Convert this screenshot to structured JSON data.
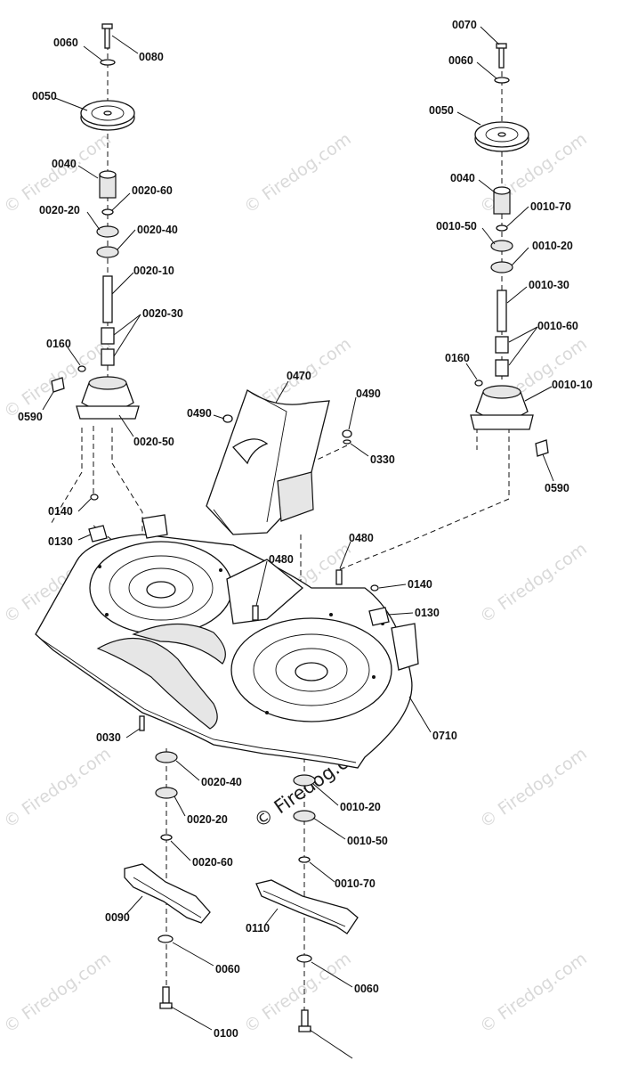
{
  "watermark": {
    "text": "© Firedog.com",
    "center_text": "© Firedog.com"
  },
  "labels": {
    "p0060_tl": "0060",
    "p0080": "0080",
    "p0050_l": "0050",
    "p0040_l": "0040",
    "p0020_60_top": "0020-60",
    "p0020_20_top": "0020-20",
    "p0020_40_top": "0020-40",
    "p0020_10": "0020-10",
    "p0020_30": "0020-30",
    "p0160_l": "0160",
    "p0590_l": "0590",
    "p0020_50": "0020-50",
    "p0070": "0070",
    "p0060_tr": "0060",
    "p0050_r": "0050",
    "p0040_r": "0040",
    "p0010_70_top": "0010-70",
    "p0010_50_top": "0010-50",
    "p0010_20_top": "0010-20",
    "p0010_30": "0010-30",
    "p0010_60": "0010-60",
    "p0160_r": "0160",
    "p0010_10": "0010-10",
    "p0590_r": "0590",
    "p0470": "0470",
    "p0490_l": "0490",
    "p0490_r": "0490",
    "p0330": "0330",
    "p0140_l": "0140",
    "p0130_l": "0130",
    "p0480_r": "0480",
    "p0480_m": "0480",
    "p0140_r": "0140",
    "p0130_r": "0130",
    "p0030": "0030",
    "p0710": "0710",
    "p0020_40_bot": "0020-40",
    "p0020_20_bot": "0020-20",
    "p0020_60_bot": "0020-60",
    "p0010_20_bot": "0010-20",
    "p0010_50_bot": "0010-50",
    "p0010_70_bot": "0010-70",
    "p0090": "0090",
    "p0110": "0110",
    "p0060_bl": "0060",
    "p0060_br": "0060",
    "p0100": "0100"
  }
}
